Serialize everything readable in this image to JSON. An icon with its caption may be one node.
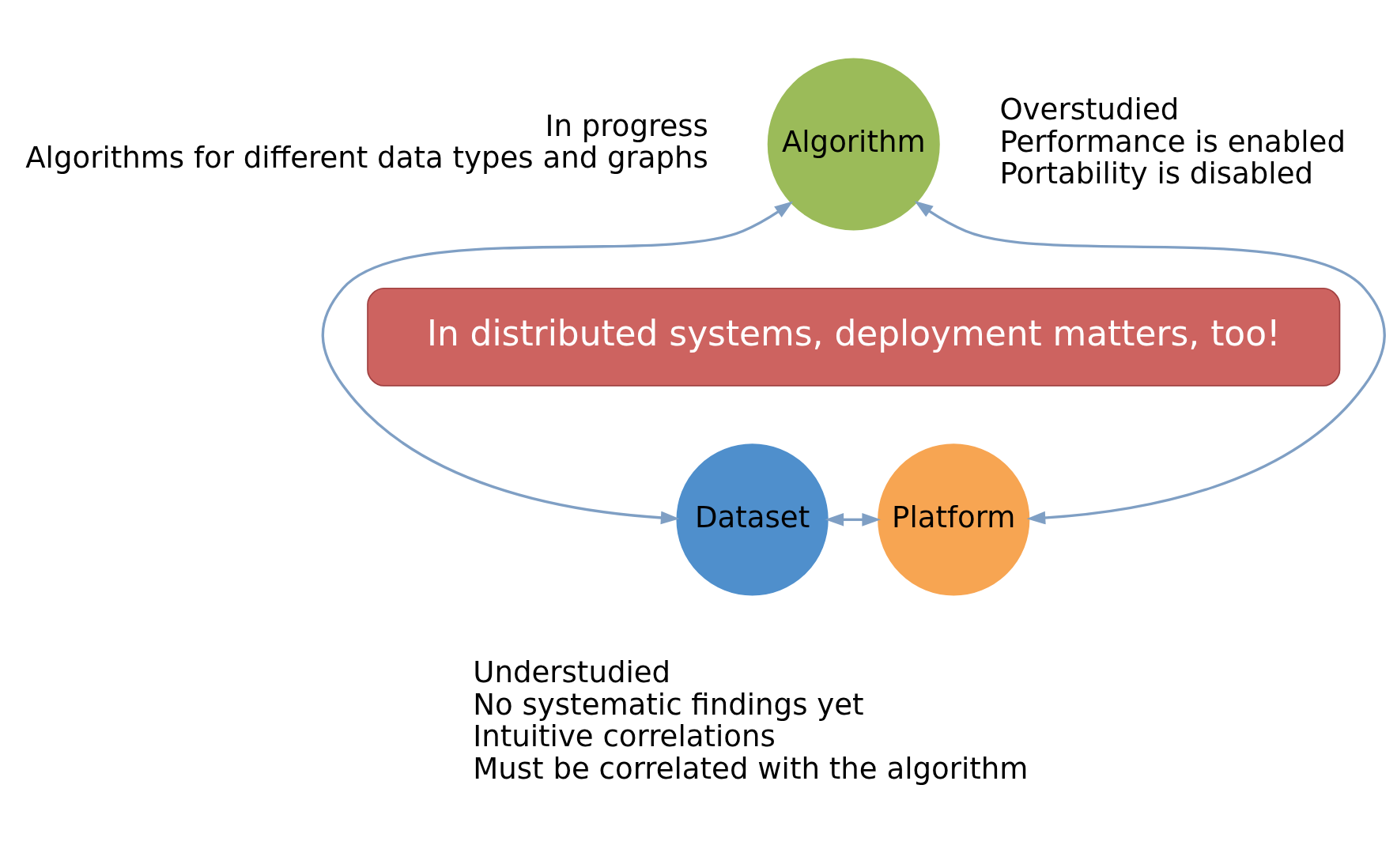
{
  "diagram": {
    "nodes": [
      {
        "text": [
          "Algorithm"
        ]
      },
      {
        "text": [
          "In distributed systems, deployment matters, too!"
        ]
      },
      {
        "text": [
          "Dataset"
        ]
      },
      {
        "text": [
          "Platform"
        ]
      }
    ],
    "edges": [
      {
        "from": 2,
        "to": 0,
        "arrow": "both"
      },
      {
        "from": 3,
        "to": 0,
        "arrow": "both"
      },
      {
        "from": 2,
        "to": 3,
        "arrow": "both"
      }
    ],
    "labels": [
      "In progress",
      "Algorithms for different data types and graphs",
      "Overstudied",
      "Performance is enabled",
      "Portability is disabled",
      "Understudied",
      "No systematic findings yet",
      "Intuitive correlations",
      "Must be correlated with the algorithm"
    ]
  }
}
